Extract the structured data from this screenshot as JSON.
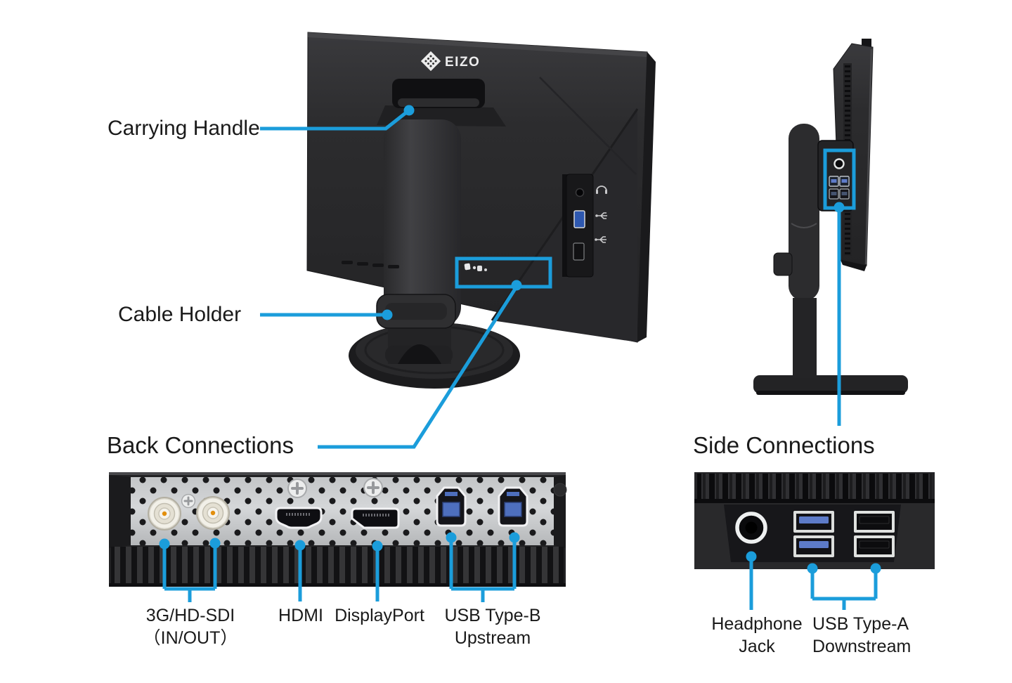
{
  "colors": {
    "accent_blue": "#1b9ddb",
    "label_text": "#1a1a1a",
    "panel_silver": "#cfd1d3",
    "monitor_dark": "#2b2b2d"
  },
  "back_view": {
    "logo_text": "EIZO",
    "carrying_handle_label": "Carrying Handle",
    "cable_holder_label": "Cable Holder"
  },
  "back_connections": {
    "title": "Back Connections",
    "ports": [
      {
        "name": "3g-hd-sdi",
        "label": "3G/HD-SDI",
        "sublabel": "（IN/OUT）"
      },
      {
        "name": "hdmi",
        "label": "HDMI",
        "sublabel": ""
      },
      {
        "name": "displayport",
        "label": "DisplayPort",
        "sublabel": ""
      },
      {
        "name": "usb-type-b",
        "label": "USB Type-B",
        "sublabel": "Upstream"
      }
    ]
  },
  "side_connections": {
    "title": "Side Connections",
    "ports": [
      {
        "name": "headphone-jack",
        "label": "Headphone",
        "sublabel": "Jack"
      },
      {
        "name": "usb-type-a",
        "label": "USB Type-A",
        "sublabel": "Downstream"
      }
    ]
  }
}
